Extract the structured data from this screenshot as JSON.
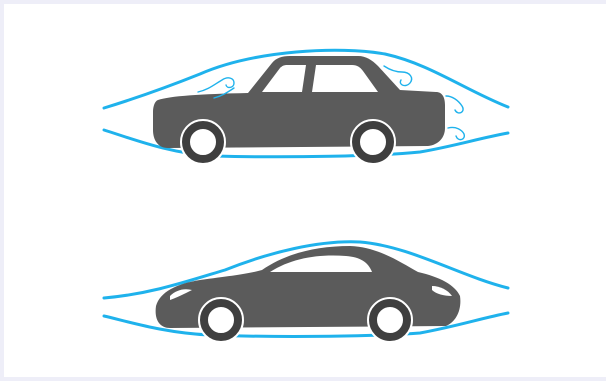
{
  "diagrams": [
    {
      "vehicle": "sedan",
      "airflow": "turbulent"
    },
    {
      "vehicle": "coupe",
      "airflow": "smooth"
    }
  ],
  "colors": {
    "airflow": "#1fb2ec",
    "car_body": "#5b5b5b",
    "window": "#ffffff",
    "tire": "#3f3f3f",
    "wheel_hub": "#ffffff",
    "frame": "#eeeef8"
  },
  "icons": [
    "airflow-line",
    "turbulence-swirl",
    "car-silhouette",
    "wheel"
  ]
}
